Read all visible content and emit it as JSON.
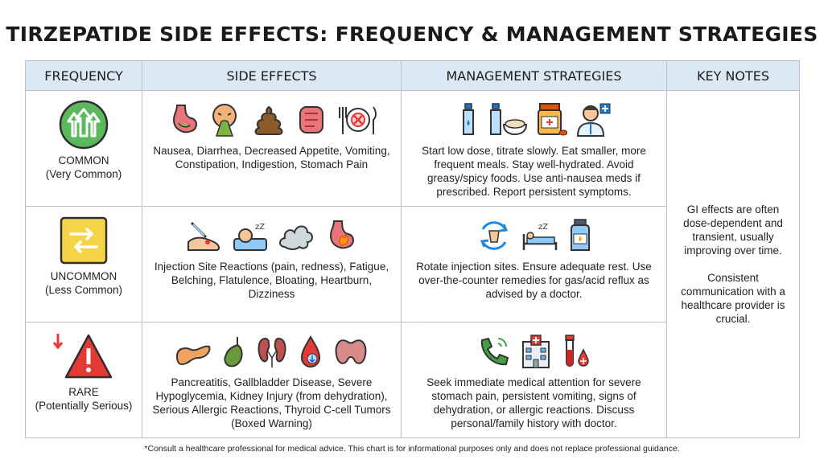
{
  "title": "TIRZEPATIDE SIDE EFFECTS: FREQUENCY & MANAGEMENT STRATEGIES",
  "headers": {
    "frequency": "FREQUENCY",
    "side_effects": "SIDE EFFECTS",
    "management": "MANAGEMENT STRATEGIES",
    "notes": "KEY NOTES"
  },
  "rows": [
    {
      "level": "COMMON",
      "sublabel": "(Very Common)",
      "level_color": "#5cb85c",
      "side_effects": "Nausea, Diarrhea, Decreased Appetite, Vomiting, Constipation, Indigestion, Stomach Pain",
      "management": "Start low dose, titrate slowly. Eat smaller, more frequent meals. Stay well-hydrated. Avoid greasy/spicy foods. Use anti-nausea meds if prescribed. Report persistent symptoms.",
      "side_icons": [
        "stomach-icon",
        "vomiting-face-icon",
        "stool-icon",
        "intestines-icon",
        "no-food-plate-icon"
      ],
      "mgmt_icons": [
        "water-bottle-icon",
        "water-and-meal-icon",
        "medicine-bottle-icon",
        "doctor-icon"
      ]
    },
    {
      "level": "UNCOMMON",
      "sublabel": "(Less Common)",
      "level_color": "#f5d547",
      "side_effects": "Injection Site Reactions (pain, redness), Fatigue, Belching, Flatulence, Bloating, Heartburn, Dizziness",
      "management": "Rotate injection sites. Ensure adequate rest. Use over-the-counter remedies for gas/acid reflux as advised by a doctor.",
      "side_icons": [
        "injection-arm-icon",
        "sleeping-person-icon",
        "gas-cloud-icon",
        "heartburn-stomach-icon"
      ],
      "mgmt_icons": [
        "rotate-sites-icon",
        "rest-bed-icon",
        "antacid-bottle-icon"
      ]
    },
    {
      "level": "RARE",
      "sublabel": "(Potentially Serious)",
      "level_color": "#e53935",
      "side_effects": "Pancreatitis, Gallbladder Disease, Severe Hypoglycemia, Kidney Injury (from dehydration), Serious Allergic Reactions, Thyroid C-cell Tumors (Boxed Warning)",
      "management": "Seek immediate medical attention for severe stomach pain, persistent vomiting, signs of dehydration, or allergic reactions. Discuss personal/family history with doctor.",
      "side_icons": [
        "pancreas-icon",
        "gallbladder-icon",
        "kidneys-icon",
        "blood-drop-icon",
        "thyroid-icon"
      ],
      "mgmt_icons": [
        "phone-call-icon",
        "hospital-icon",
        "blood-test-icon"
      ]
    }
  ],
  "key_notes": {
    "p1": "GI effects are often dose-dependent and transient, usually improving over time.",
    "p2": "Consistent communication with a healthcare provider is crucial."
  },
  "footnote": "*Consult a healthcare professional for medical advice. This chart is for informational purposes only and does not replace professional guidance."
}
